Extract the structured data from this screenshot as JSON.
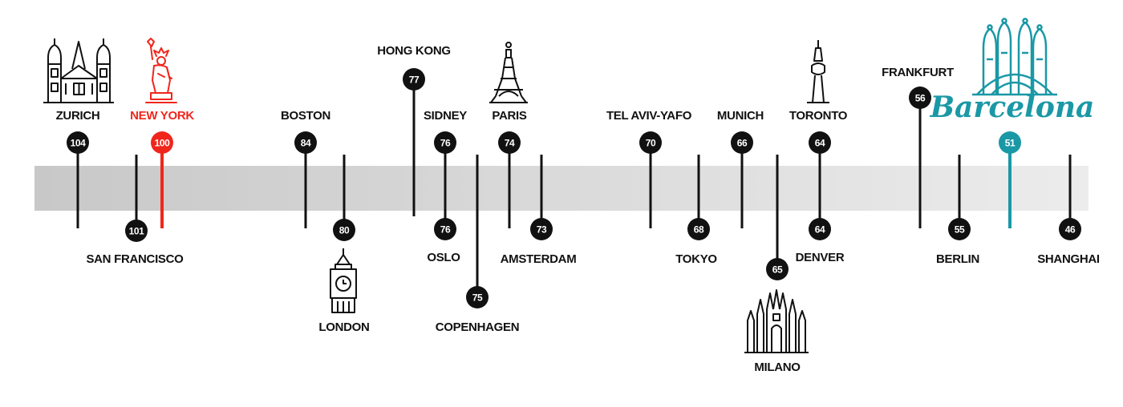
{
  "colors": {
    "default": "#111111",
    "new_york": "#f0261c",
    "barcelona": "#1a98a6",
    "band_start": "#c8c8c8",
    "band_end": "#ececec"
  },
  "icons": [
    {
      "name": "zurich-grossmunster-icon",
      "city": "ZURICH"
    },
    {
      "name": "new-york-statue-of-liberty-icon",
      "city": "NEW YORK"
    },
    {
      "name": "paris-eiffel-tower-icon",
      "city": "PARIS"
    },
    {
      "name": "toronto-cn-tower-icon",
      "city": "TORONTO"
    },
    {
      "name": "london-big-ben-icon",
      "city": "LONDON"
    },
    {
      "name": "milano-duomo-icon",
      "city": "MILANO"
    },
    {
      "name": "barcelona-sagrada-familia-icon",
      "city": "BARCELONA"
    }
  ],
  "barcelona_logo_text": "Barcelona",
  "cities": [
    {
      "name": "ZURICH",
      "value": "104",
      "side": "up",
      "level": 1,
      "color": "default"
    },
    {
      "name": "SAN FRANCISCO",
      "value": "101",
      "side": "down",
      "level": 1,
      "color": "default"
    },
    {
      "name": "NEW YORK",
      "value": "100",
      "side": "up",
      "level": 1,
      "color": "new_york"
    },
    {
      "name": "BOSTON",
      "value": "84",
      "side": "up",
      "level": 1,
      "color": "default"
    },
    {
      "name": "LONDON",
      "value": "80",
      "side": "down",
      "level": 1,
      "color": "default"
    },
    {
      "name": "HONG KONG",
      "value": "77",
      "side": "up",
      "level": 2,
      "color": "default"
    },
    {
      "name": "SIDNEY",
      "value": "76",
      "side": "up",
      "level": 1,
      "color": "default"
    },
    {
      "name": "OSLO",
      "value": "76",
      "side": "down",
      "level": 1,
      "color": "default"
    },
    {
      "name": "COPENHAGEN",
      "value": "75",
      "side": "down",
      "level": 2,
      "color": "default"
    },
    {
      "name": "PARIS",
      "value": "74",
      "side": "up",
      "level": 1,
      "color": "default"
    },
    {
      "name": "AMSTERDAM",
      "value": "73",
      "side": "down",
      "level": 1,
      "color": "default"
    },
    {
      "name": "TEL AVIV-YAFO",
      "value": "70",
      "side": "up",
      "level": 1,
      "color": "default"
    },
    {
      "name": "TOKYO",
      "value": "68",
      "side": "down",
      "level": 1,
      "color": "default"
    },
    {
      "name": "MUNICH",
      "value": "66",
      "side": "up",
      "level": 1,
      "color": "default"
    },
    {
      "name": "MILANO",
      "value": "65",
      "side": "down",
      "level": 2,
      "color": "default"
    },
    {
      "name": "TORONTO",
      "value": "64",
      "side": "up",
      "level": 1,
      "color": "default"
    },
    {
      "name": "DENVER",
      "value": "64",
      "side": "down",
      "level": 1,
      "color": "default"
    },
    {
      "name": "FRANKFURT",
      "value": "56",
      "side": "up",
      "level": 2,
      "color": "default"
    },
    {
      "name": "BERLIN",
      "value": "55",
      "side": "down",
      "level": 1,
      "color": "default"
    },
    {
      "name": "BARCELONA",
      "value": "51",
      "side": "up",
      "level": 1,
      "color": "barcelona"
    },
    {
      "name": "SHANGHAI",
      "value": "46",
      "side": "down",
      "level": 1,
      "color": "default"
    }
  ]
}
